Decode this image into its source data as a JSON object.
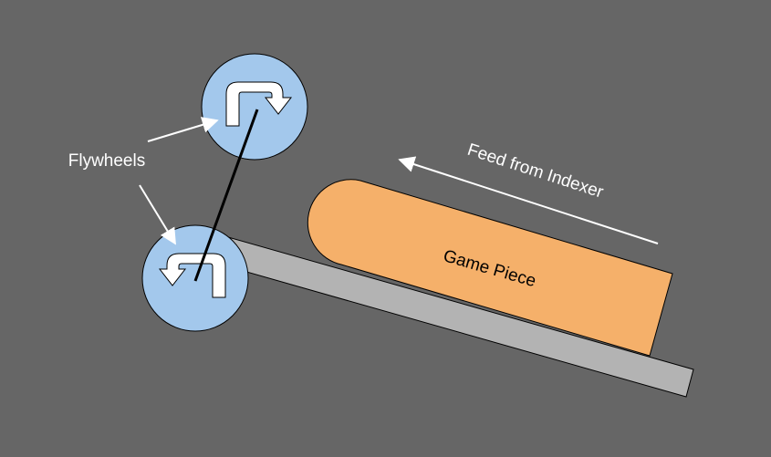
{
  "labels": {
    "flywheels": "Flywheels",
    "feed": "Feed from Indexer",
    "game_piece": "Game Piece"
  },
  "colors": {
    "background": "#666666",
    "flywheel_fill": "#a3c8ec",
    "game_piece_fill": "#f5b06a",
    "ramp_fill": "#b3b3b3",
    "arrow": "#ffffff",
    "outline": "#000000"
  },
  "icons": {
    "top_flywheel": "clockwise-u-turn-arrow-icon",
    "bottom_flywheel": "counterclockwise-u-turn-arrow-icon"
  }
}
